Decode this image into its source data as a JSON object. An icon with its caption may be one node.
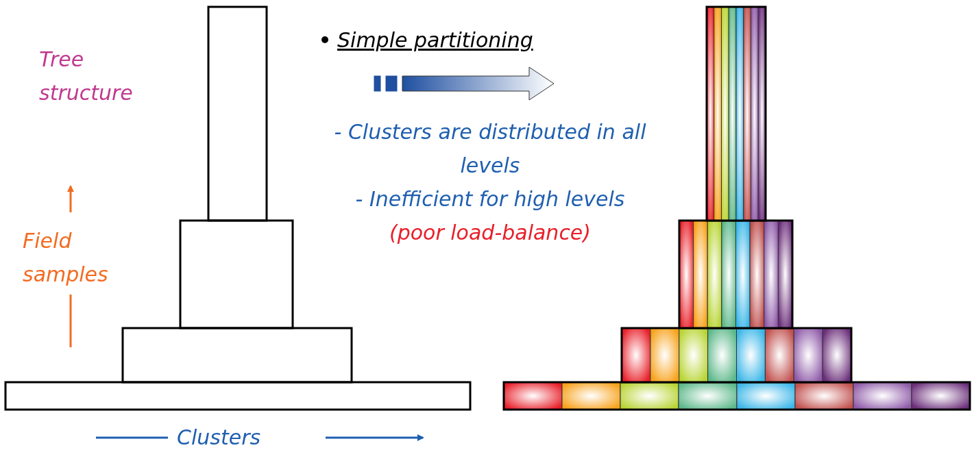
{
  "diagram": {
    "labels": [
      "Tree structure",
      "Simple partitioning",
      "- Clusters are distributed in all levels",
      "- Inefficient for high levels",
      "(poor load-balance)",
      "Field samples",
      "Clusters"
    ]
  }
}
